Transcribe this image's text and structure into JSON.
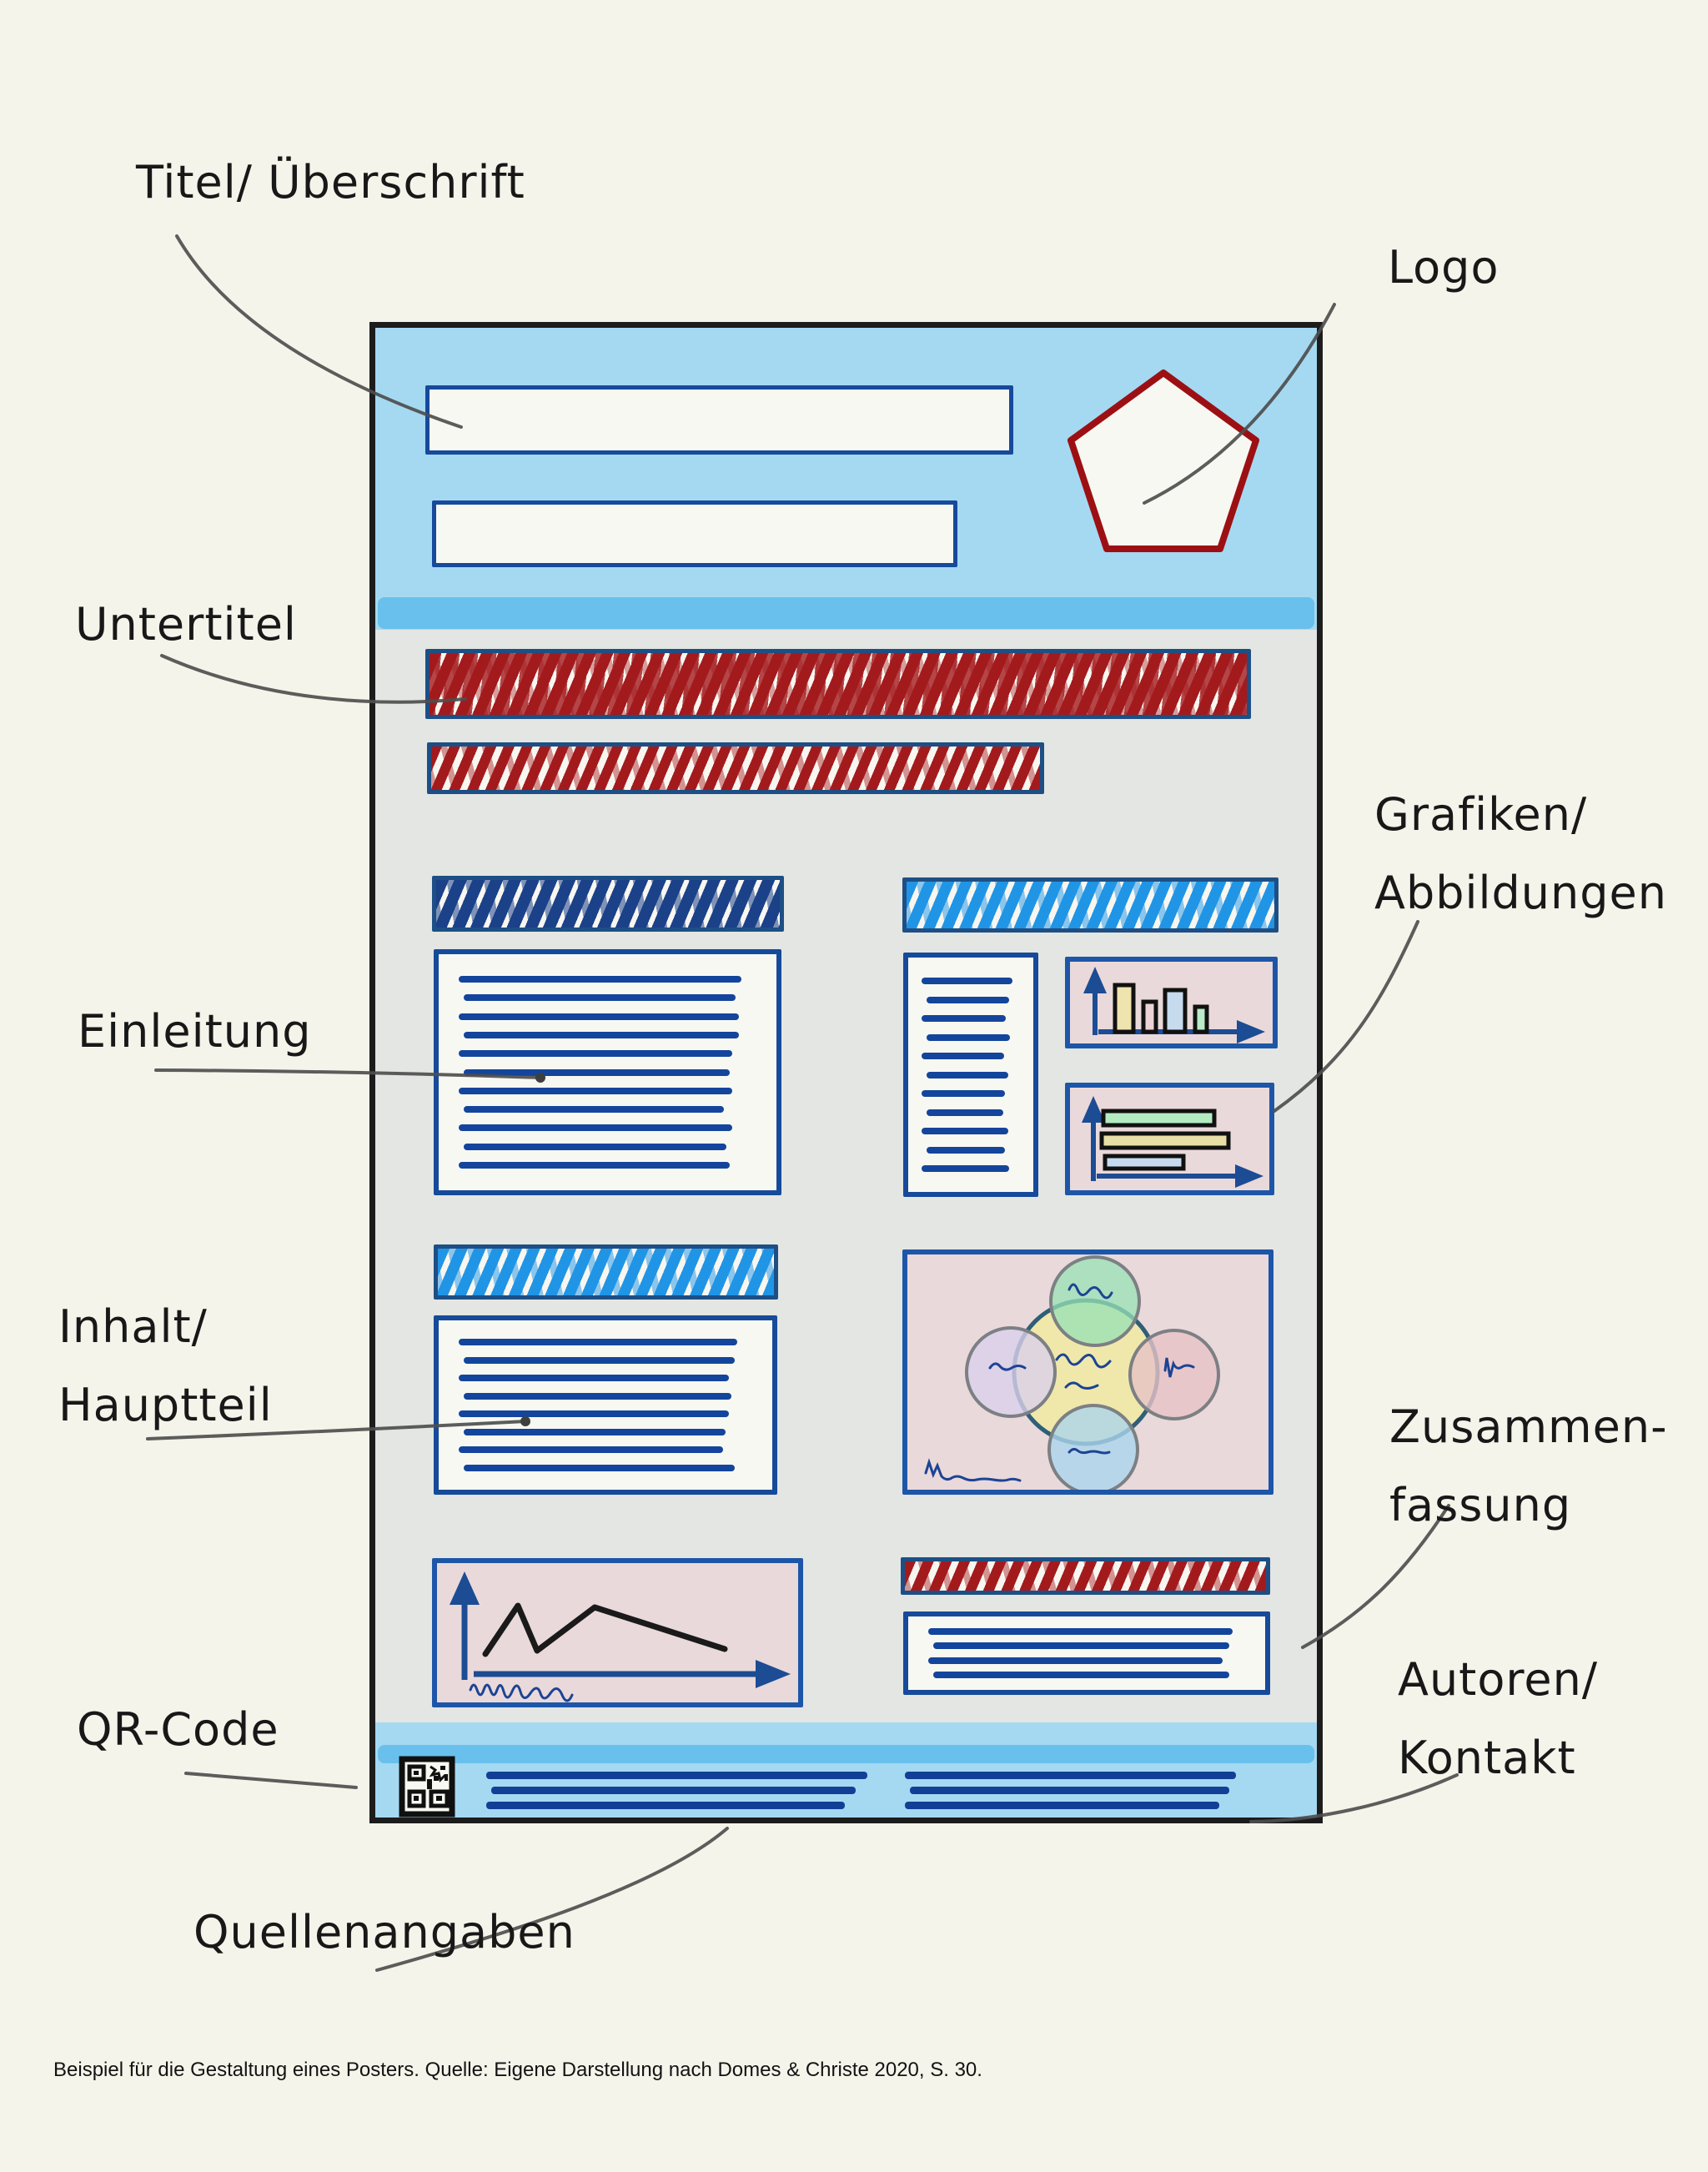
{
  "annotations": {
    "titel": "Titel/ Überschrift",
    "logo": "Logo",
    "untertitel": "Untertitel",
    "einleitung": "Einleitung",
    "grafiken1": "Grafiken/",
    "grafiken2": "Abbildungen",
    "inhalt1": "Inhalt/",
    "inhalt2": "Hauptteil",
    "zusammen1": "Zusammen-",
    "zusammen2": "fassung",
    "qr": "QR-Code",
    "autoren1": "Autoren/",
    "autoren2": "Kontakt",
    "quellen": "Quellenangaben"
  },
  "caption": "Beispiel für die Gestaltung eines Posters. Quelle: Eigene Darstellung nach Domes & Christe 2020, S. 30.",
  "colors": {
    "page_background": "#f4f4ea",
    "poster_border": "#1c1c1c",
    "header_blue": "#a5d9f2",
    "stripe_blue": "#69c0ec",
    "body_gray": "#e3e6e2",
    "box_white": "#f8f8f2",
    "box_border_navy": "#17499c",
    "scribble_box_border": "#1d4f85",
    "scribble_red": "#a31a1d",
    "scribble_navy": "#1b4189",
    "scribble_light_blue": "#2095e6",
    "text_line_navy": "#14459c",
    "chart_pink_bg": "#ead9da",
    "chart_border": "#1d56a8",
    "arrow_navy": "#1c4c94",
    "bar_yellow": "#efe3ae",
    "bar_pink": "#ecd2d6",
    "bar_blue": "#c7dbee",
    "bar_green": "#b9ebc6",
    "venn_yellow": "#f1e9a4",
    "venn_green": "#97e2b4",
    "venn_lavender": "#d9cfeb",
    "venn_pink": "#e7c2c7",
    "venn_blue": "#abd4ec",
    "venn_outline_gray": "#7c8084",
    "logo_pentagon_red": "#9c1014",
    "annotation_gray": "#4e4e4e",
    "qr_black": "#101010"
  },
  "skeleton": {
    "intro_line_widths": [
      95,
      93,
      94,
      94,
      92,
      91,
      92,
      89,
      92,
      90,
      91
    ],
    "sidebar_line_widths": [
      92,
      89,
      86,
      90,
      84,
      88,
      85,
      83,
      88,
      85,
      89
    ],
    "content_line_widths": [
      95,
      94,
      92,
      93,
      92,
      91,
      90,
      94
    ],
    "summary_line_widths": [
      96,
      95,
      93,
      95
    ],
    "footer_left_line_widths": [
      100,
      97,
      94
    ],
    "footer_right_line_widths": [
      100,
      98,
      95
    ]
  }
}
